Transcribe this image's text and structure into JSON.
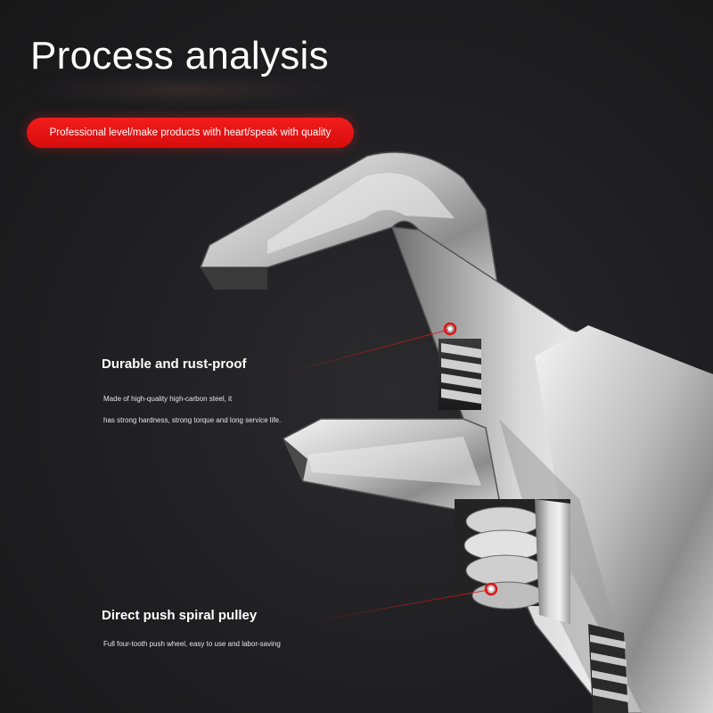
{
  "header": {
    "title": "Process analysis",
    "tagline": "Professional level/make products with heart/speak with quality"
  },
  "features": [
    {
      "title": "Durable and rust-proof",
      "desc_line1": "Made of high-quality high-carbon steel, it",
      "desc_line2": "has strong hardness, strong torque and long service life."
    },
    {
      "title": "Direct push spiral pulley",
      "desc_line1": "Full four-tooth push wheel, easy to use and labor-saving"
    }
  ],
  "colors": {
    "background": "#1f1f21",
    "accent": "#e01212",
    "text": "#ffffff"
  }
}
